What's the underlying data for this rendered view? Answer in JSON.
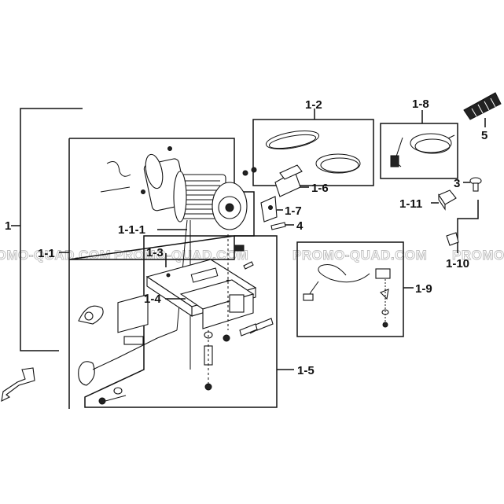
{
  "watermark": {
    "text": "PROMO-QUAD.COM"
  },
  "labels": {
    "l1": "1",
    "l1_1": "1-1",
    "l1_1_1": "1-1-1",
    "l1_2": "1-2",
    "l1_3": "1-3",
    "l1_4": "1-4",
    "l1_5": "1-5",
    "l1_6": "1-6",
    "l1_7": "1-7",
    "l1_8": "1-8",
    "l1_9": "1-9",
    "l1_10": "1-10",
    "l1_11": "1-11",
    "l3": "3",
    "l4": "4",
    "l5": "5"
  }
}
